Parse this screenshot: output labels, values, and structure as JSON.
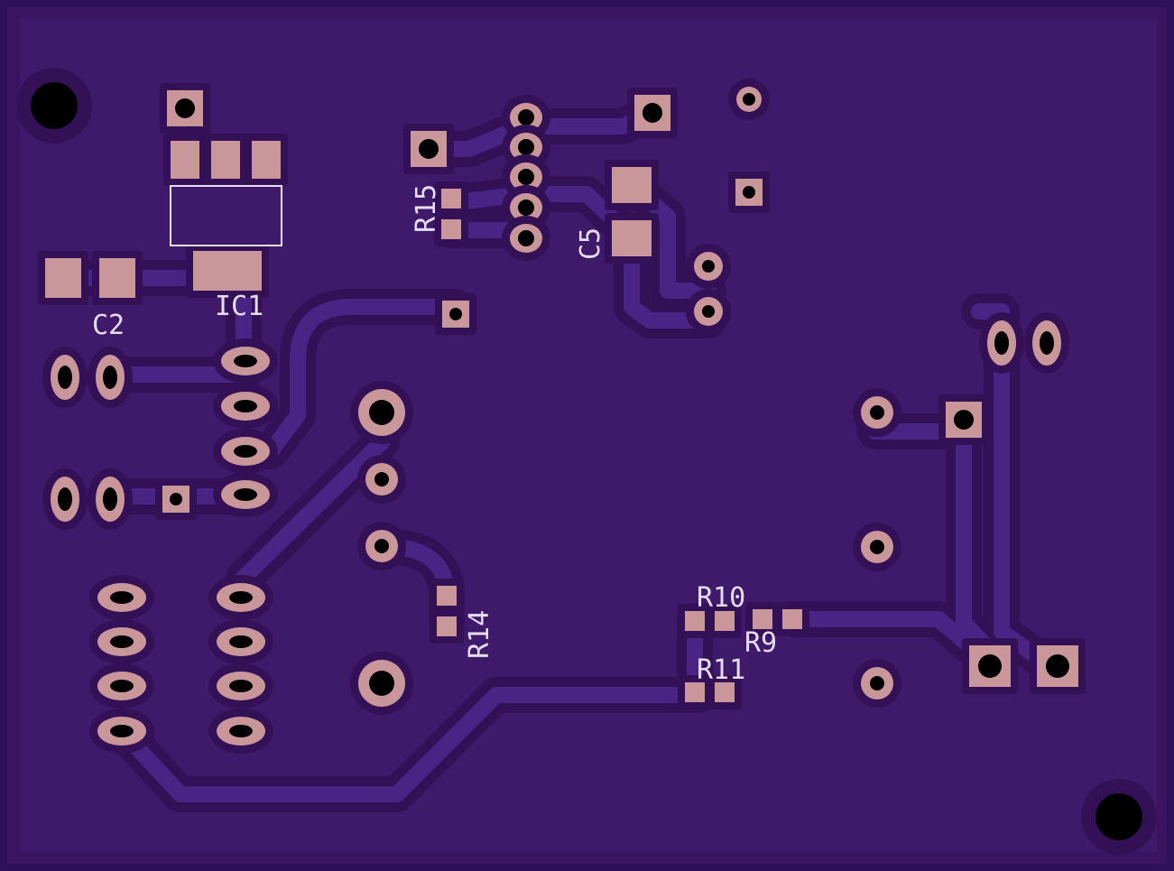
{
  "board": {
    "colors": {
      "outline": "#2e0f5a",
      "substrate": "#3a1461",
      "copper": "#3f1a6b",
      "copper_edge": "#4b2480",
      "pad": "#c9969a",
      "drill": "#000000",
      "silkscreen": "#e6ddf2"
    },
    "labels": {
      "r15": "R15",
      "c5": "C5",
      "c2": "C2",
      "ic1": "IC1",
      "r14": "R14",
      "r10": "R10",
      "r9": "R9",
      "r11": "R11"
    }
  }
}
